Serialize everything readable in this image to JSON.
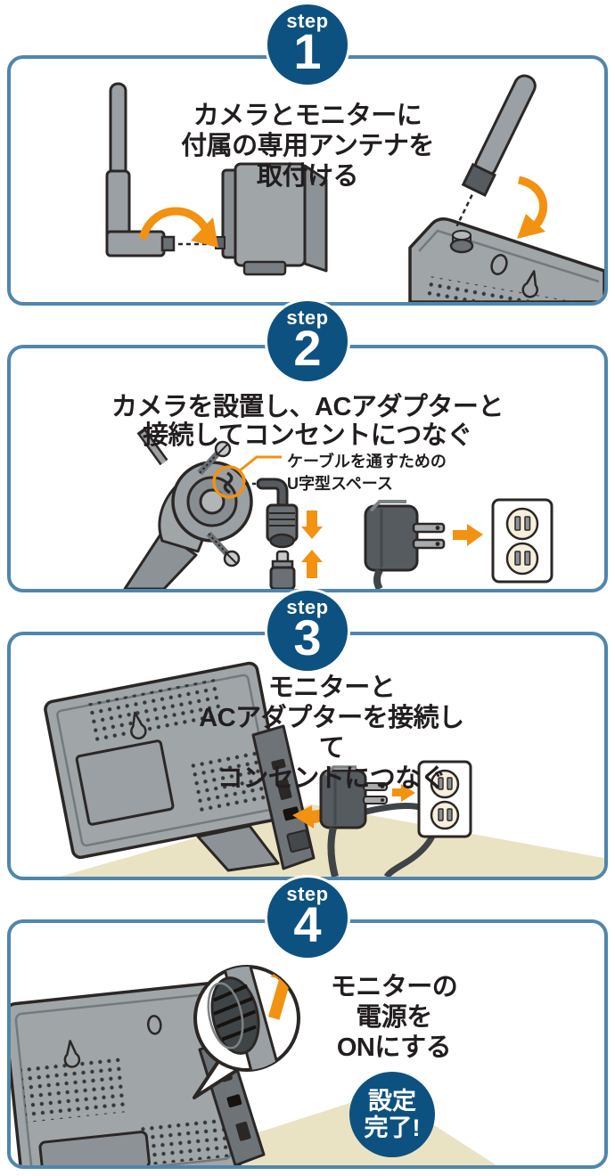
{
  "colors": {
    "step_badge_blue": "#0d5180",
    "panel_border_blue": "#4e86ae",
    "accent_orange": "#f39111",
    "floor_beige": "#eae3c3",
    "device_gray": "#a0a5a8",
    "device_dark_gray": "#565b5f",
    "outline_black": "#2b2725",
    "text_black": "#221e1f",
    "outlet_cream": "#f7efdd"
  },
  "icons": {
    "rotate_arrow": "curved-orange-arrow",
    "connect_arrow": "straight-orange-arrow",
    "u_slot_highlight": "orange-ring",
    "callout": "magnifier-circle"
  },
  "steps": [
    {
      "badge": {
        "label": "step",
        "number": "1"
      },
      "heading_lines": [
        "カメラとモニターに",
        "付属の専用アンテナを",
        "取付ける"
      ]
    },
    {
      "badge": {
        "label": "step",
        "number": "2"
      },
      "heading_lines": [
        "カメラを設置し、ACアダプターと",
        "接続してコンセントにつなぐ"
      ],
      "annotation_lines": [
        "ケーブルを通すための",
        "U字型スペース"
      ]
    },
    {
      "badge": {
        "label": "step",
        "number": "3"
      },
      "heading_lines": [
        "モニターと",
        "ACアダプターを接続して",
        "コンセントにつなぐ"
      ]
    },
    {
      "badge": {
        "label": "step",
        "number": "4"
      },
      "heading_lines": [
        "モニターの",
        "電源を",
        "ONにする"
      ],
      "completion_badge_lines": [
        "設定",
        "完了!"
      ]
    }
  ]
}
